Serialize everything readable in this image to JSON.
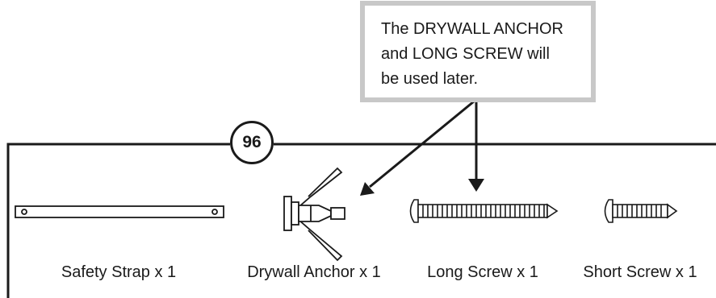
{
  "callout": {
    "lines": [
      "The DRYWALL ANCHOR",
      "and LONG SCREW will",
      "be used later."
    ]
  },
  "step_badge": "96",
  "parts": [
    {
      "icon": "safety-strap-icon",
      "label": "Safety Strap x 1"
    },
    {
      "icon": "drywall-anchor-icon",
      "label": "Drywall Anchor x 1"
    },
    {
      "icon": "long-screw-icon",
      "label": "Long Screw x 1"
    },
    {
      "icon": "short-screw-icon",
      "label": "Short Screw x 1"
    }
  ]
}
